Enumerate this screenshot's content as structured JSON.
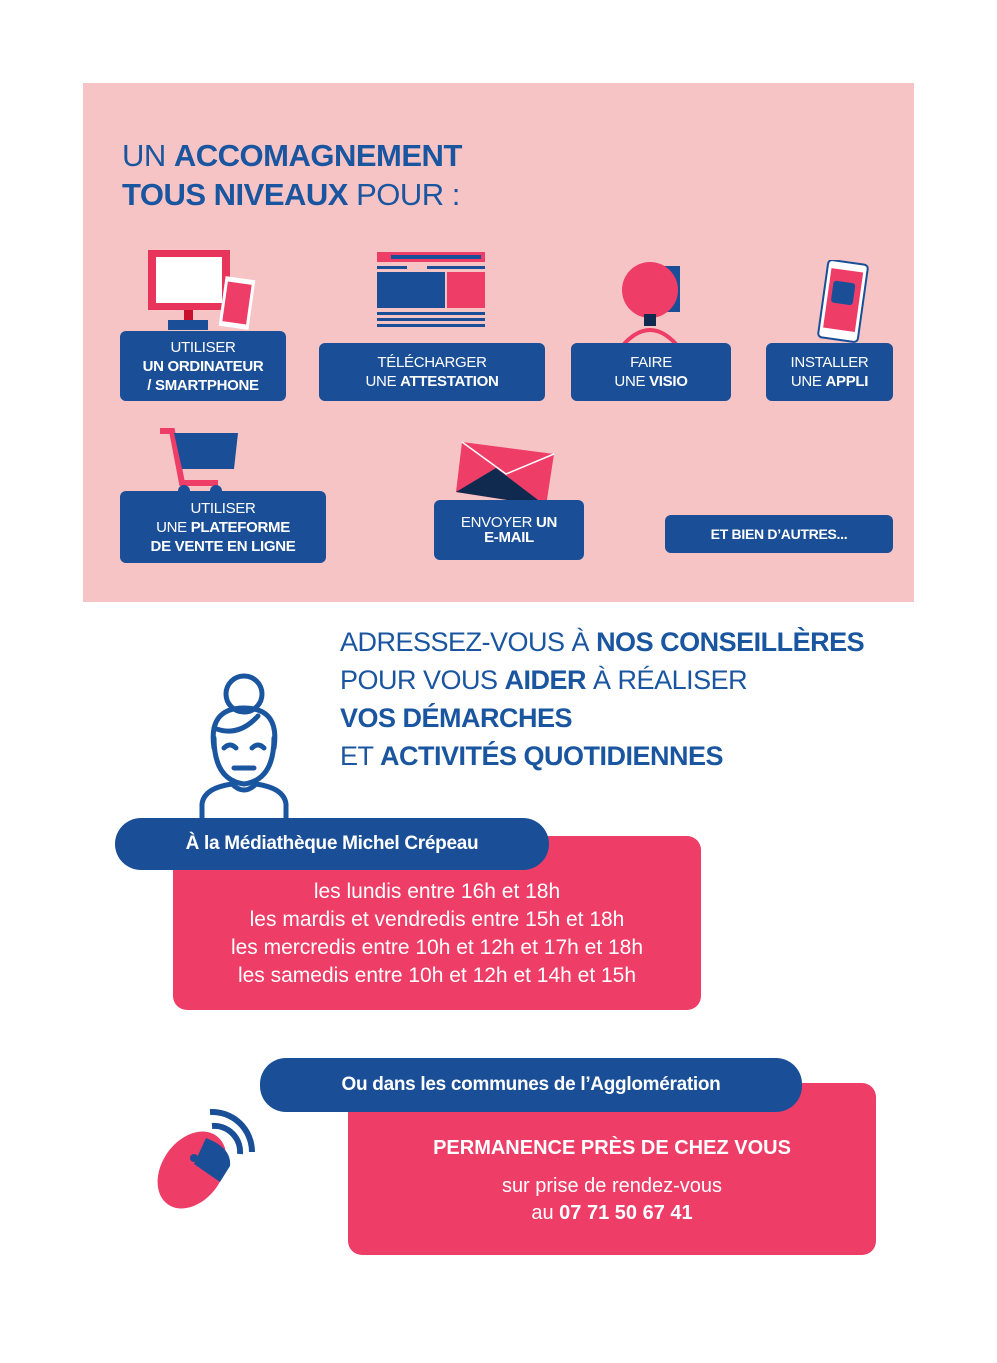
{
  "headline": {
    "l1a": "UN ",
    "l1b": "ACCOMAGNEMENT",
    "l2a": "TOUS NIVEAUX",
    "l2b": " POUR :"
  },
  "tiles": [
    {
      "a": "UTILISER",
      "b": "UN ORDINATEUR",
      "c": "/ SMARTPHONE",
      "icon": "computer-smartphone-icon"
    },
    {
      "a": "TÉLÉCHARGER",
      "b1": "UNE ",
      "b2": "ATTESTATION",
      "icon": "document-icon"
    },
    {
      "a": "FAIRE",
      "b1": "UNE ",
      "b2": "VISIO",
      "icon": "webcam-icon"
    },
    {
      "a": "INSTALLER",
      "b1": "UNE ",
      "b2": "APPLI",
      "icon": "app-phone-icon"
    },
    {
      "a": "UTILISER",
      "b1": "UNE ",
      "b2": "PLATEFORME",
      "c": "DE VENTE EN LIGNE",
      "icon": "shopping-cart-icon"
    },
    {
      "a1": "ENVOYER ",
      "a2": "UN",
      "b": "E-MAIL",
      "icon": "envelope-icon"
    },
    {
      "a": "ET BIEN D’AUTRES..."
    }
  ],
  "advice": {
    "l1a": "ADRESSEZ-VOUS À ",
    "l1b": "NOS CONSEILLÈRES",
    "l2a": "POUR VOUS ",
    "l2b": "AIDER",
    "l2c": " À RÉALISER",
    "l3": "VOS DÉMARCHES",
    "l4a": "ET ",
    "l4b": "ACTIVITÉS QUOTIDIENNES"
  },
  "mediatheque": {
    "title": "À la Médiathèque Michel Crépeau",
    "hours": [
      "les lundis entre 16h et 18h",
      "les mardis et vendredis entre 15h et 18h",
      "les mercredis entre 10h et 12h et 17h et 18h",
      "les samedis entre 10h et 12h et 14h et 15h"
    ]
  },
  "communes": {
    "title": "Ou dans les communes de l’Agglomération",
    "heading": "PERMANENCE PRÈS DE CHEZ VOUS",
    "line1": "sur prise de rendez-vous",
    "line2a": "au ",
    "phone": "07 71 50 67 41"
  },
  "colors": {
    "pink": "#f7c4c6",
    "blue": "#1a4f97",
    "red": "#ee3d67",
    "navy": "#102a4f"
  }
}
